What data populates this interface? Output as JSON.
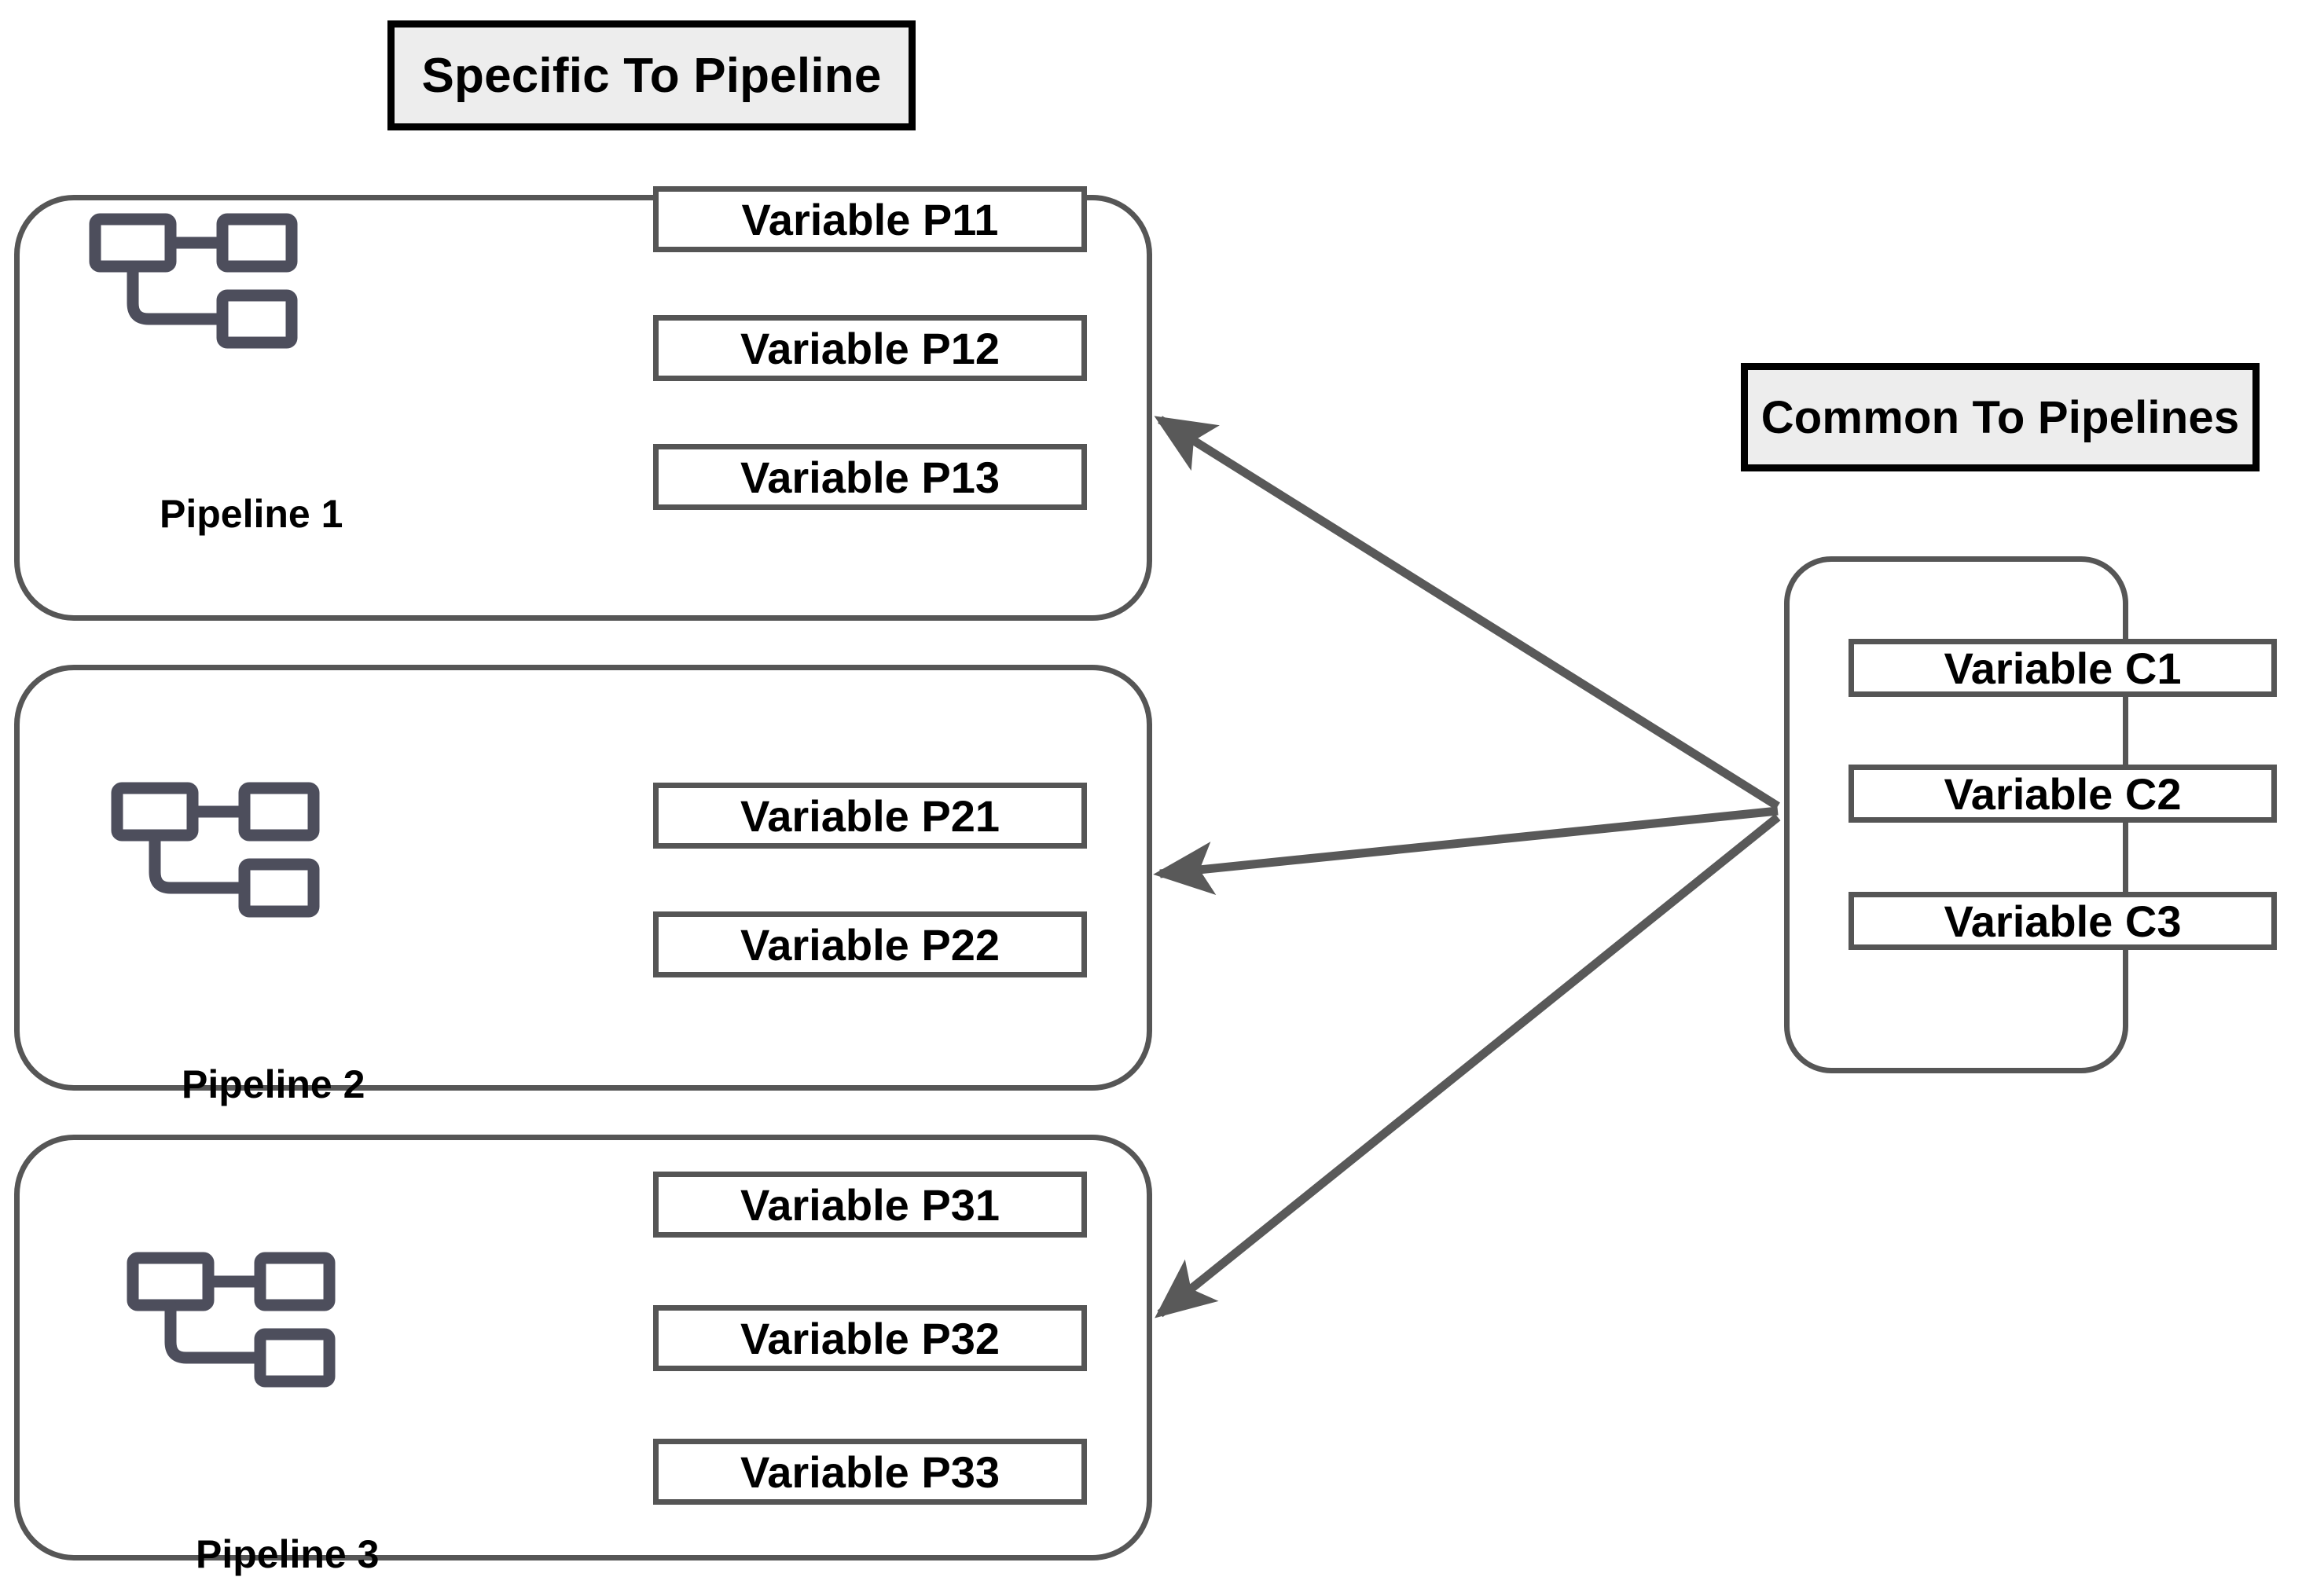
{
  "headers": {
    "specific": "Specific To Pipeline",
    "common": "Common To Pipelines"
  },
  "colors": {
    "header_border": "#000000",
    "header_fill": "#ededed",
    "group_border": "#565656",
    "chip_border": "#555555",
    "icon_stroke": "#4d4e5c",
    "arrow_stroke": "#595959",
    "background": "#ffffff",
    "text": "#000000"
  },
  "pipelines": [
    {
      "caption": "Pipeline 1",
      "icon": "pipeline-flow-icon",
      "variables": [
        "Variable P11",
        "Variable P12",
        "Variable P13"
      ]
    },
    {
      "caption": "Pipeline 2",
      "icon": "pipeline-flow-icon",
      "variables": [
        "Variable P21",
        "Variable P22"
      ]
    },
    {
      "caption": "Pipeline 3",
      "icon": "pipeline-flow-icon",
      "variables": [
        "Variable P31",
        "Variable P32",
        "Variable P33"
      ]
    }
  ],
  "common": {
    "variables": [
      "Variable C1",
      "Variable C2",
      "Variable C3"
    ]
  },
  "arrows": [
    {
      "name": "arrow-common-to-pipeline-1",
      "from": "common-variables-panel",
      "to": "pipeline-group-1",
      "direction": "left"
    },
    {
      "name": "arrow-common-to-pipeline-2",
      "from": "common-variables-panel",
      "to": "pipeline-group-2",
      "direction": "left"
    },
    {
      "name": "arrow-common-to-pipeline-3",
      "from": "common-variables-panel",
      "to": "pipeline-group-3",
      "direction": "left"
    }
  ]
}
